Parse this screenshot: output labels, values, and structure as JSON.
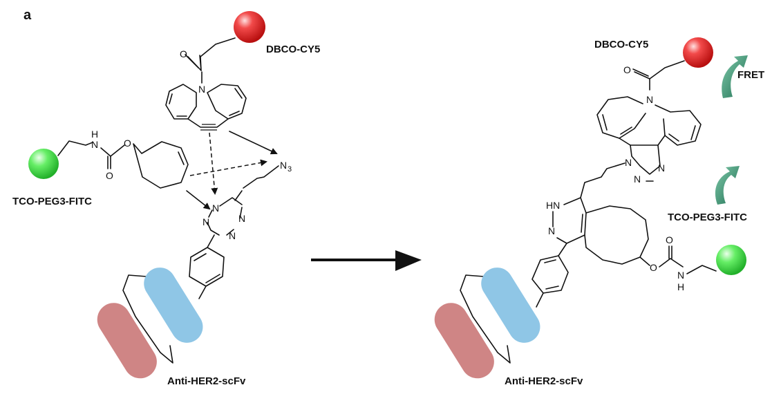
{
  "panel_label": "a",
  "left": {
    "dbco_label": "DBCO-CY5",
    "tco_label": "TCO-PEG3-FITC",
    "antibody_label": "Anti-HER2-scFv",
    "atoms": {
      "oxygen_carbonyl_top": "O",
      "nitrogen_dbco": "N",
      "nh_h": "H",
      "nh_n": "N",
      "oxygen_carbamate": "O",
      "oxygen_carbonyl": "O",
      "azide": "N",
      "azide_sub": "3",
      "tetrazine_n1": "N",
      "tetrazine_n2": "N",
      "tetrazine_n3": "N",
      "tetrazine_n4": "N"
    }
  },
  "right": {
    "dbco_label": "DBCO-CY5",
    "fret_label": "FRET",
    "tco_label": "TCO-PEG3-FITC",
    "antibody_label": "Anti-HER2-scFv",
    "atoms": {
      "oxygen_carbonyl_top": "O",
      "nitrogen_dbco": "N",
      "triazole_n1": "N",
      "triazole_n2": "N",
      "triazole_n3": "N",
      "pyridazine_hn": "HN",
      "pyridazine_n": "N",
      "oxygen_ester": "O",
      "oxygen_carbonyl": "O",
      "nh_n": "N",
      "nh_h": "H"
    }
  },
  "colors": {
    "cy5_sphere": "#e02020",
    "fitc_sphere": "#3fe04a",
    "heavy_chain": "#cf8585",
    "light_chain": "#8fc6e6",
    "fret_arrow": "#2f8a6a"
  }
}
